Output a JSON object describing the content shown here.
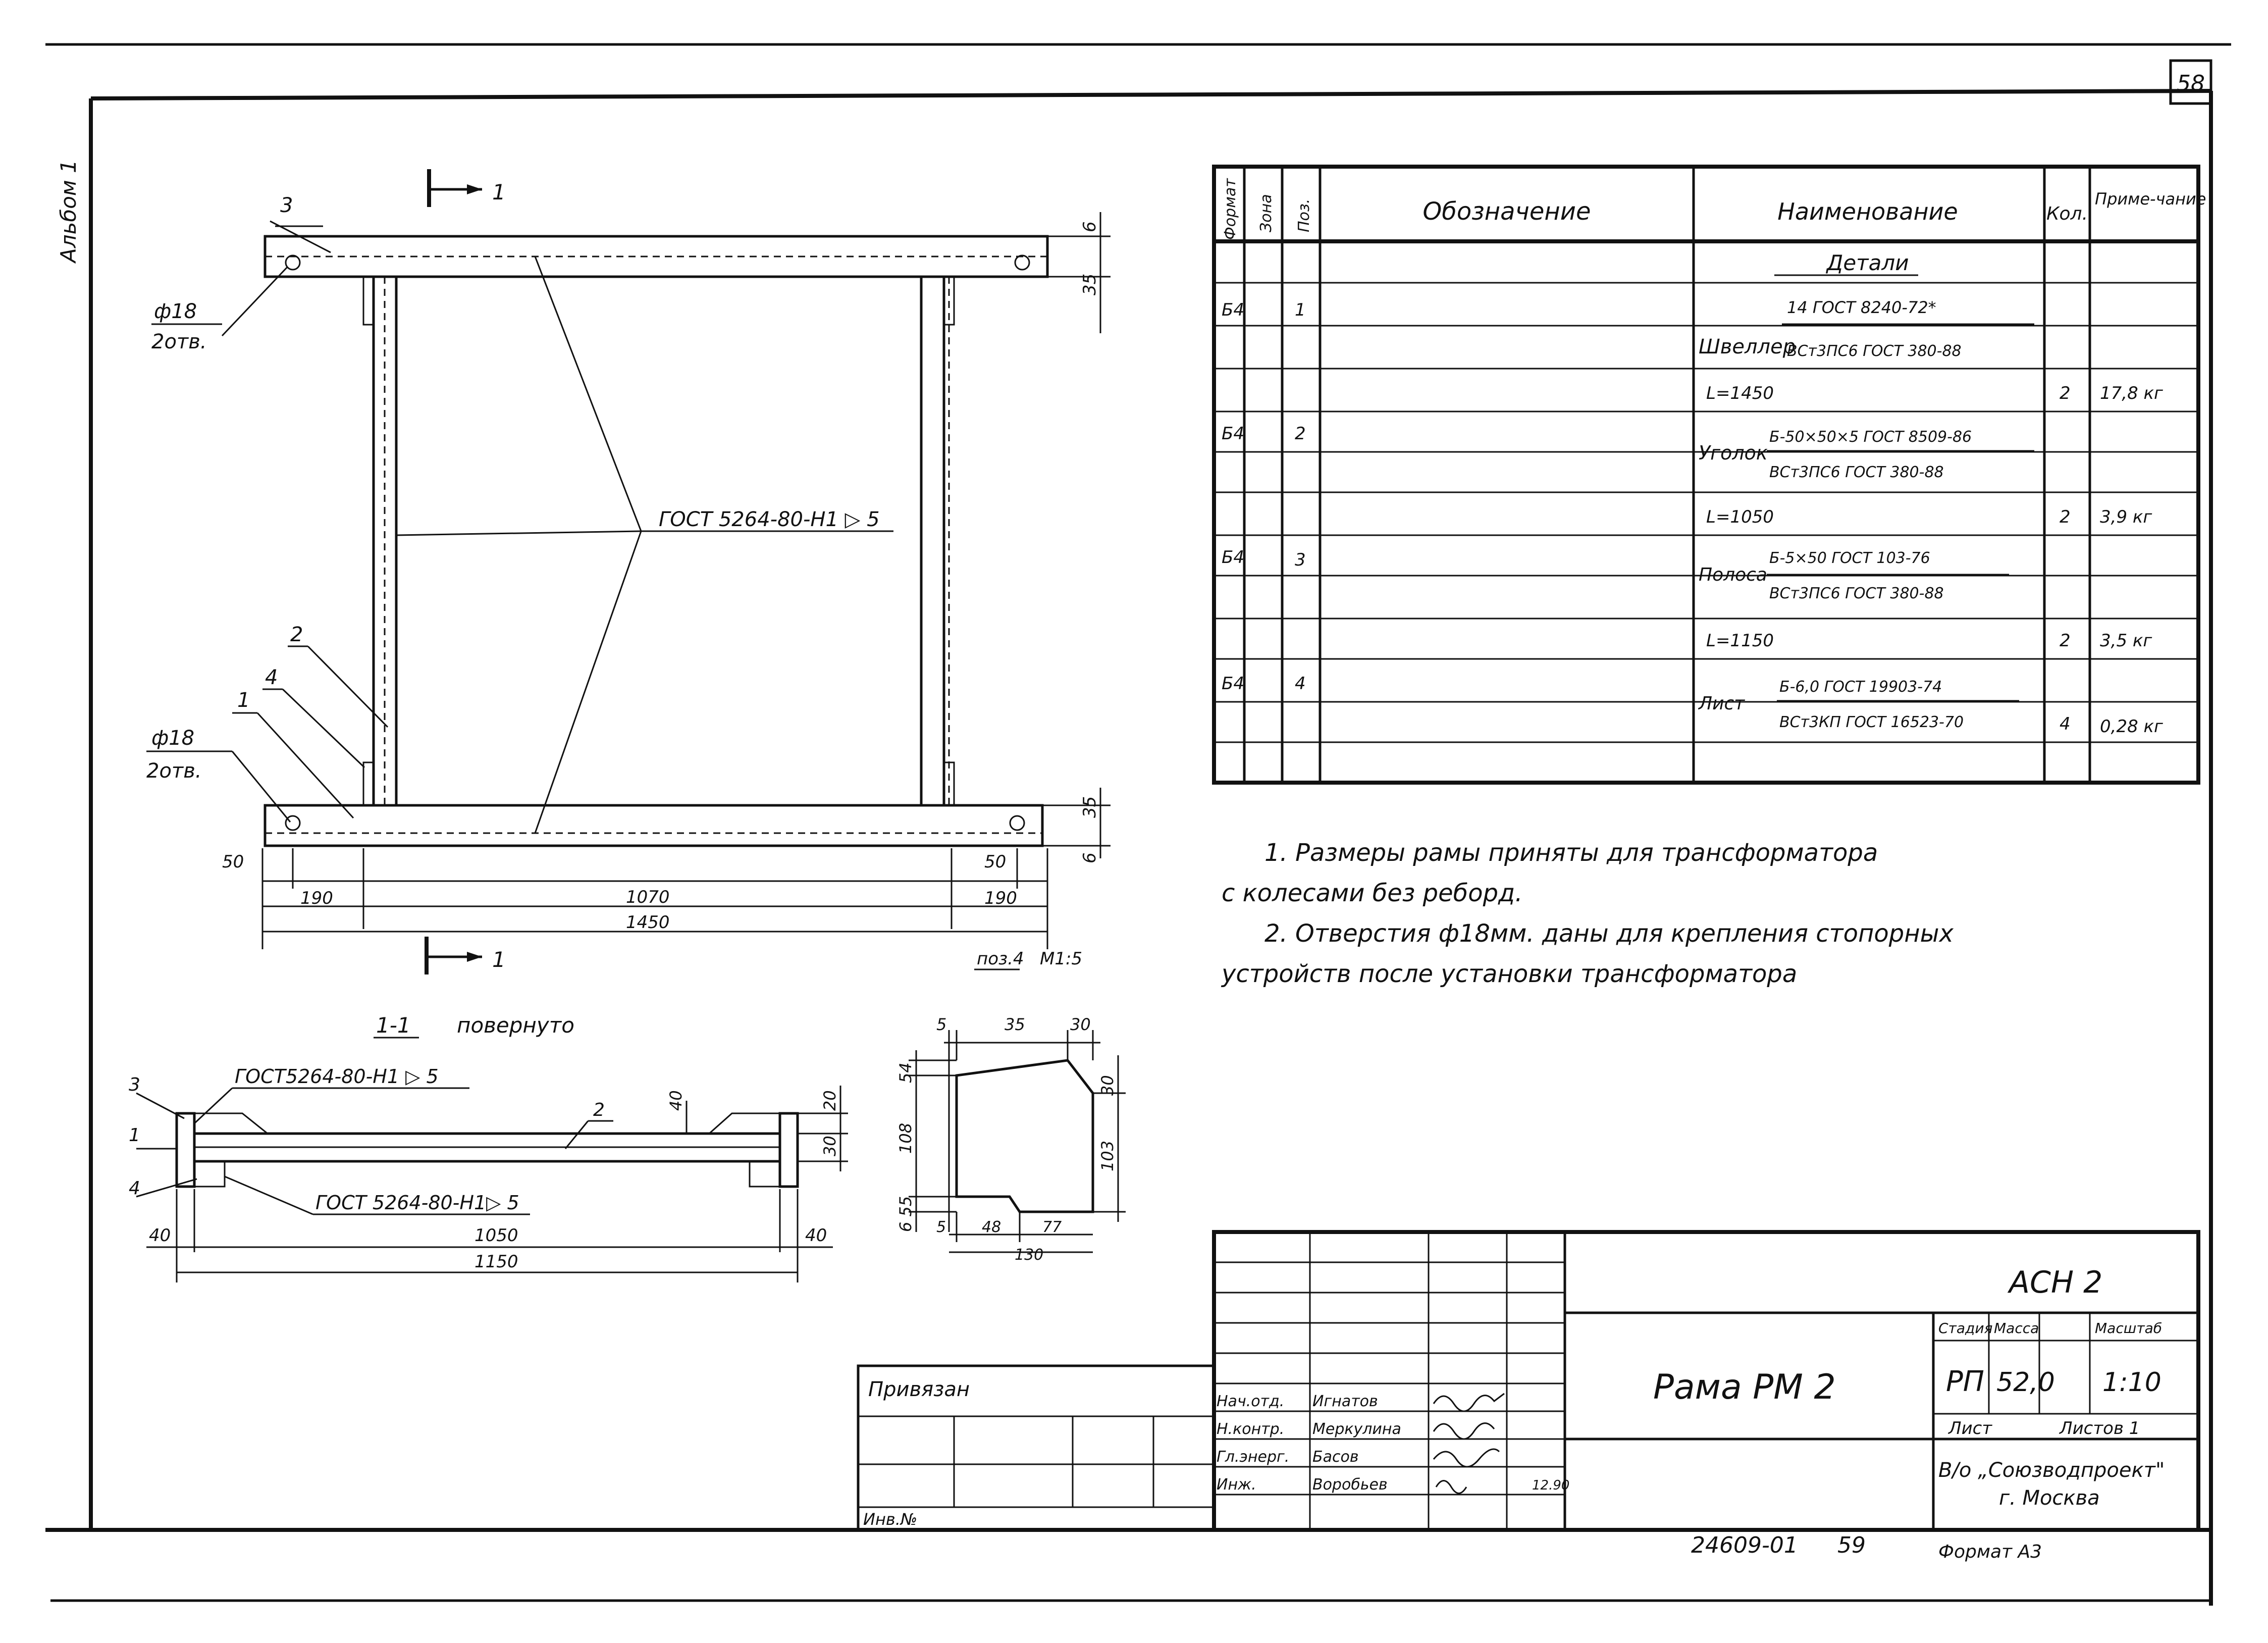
{
  "page": {
    "number": "58",
    "album_label": "Альбом 1"
  },
  "plan_view": {
    "pos3": "3",
    "pos2": "2",
    "pos4": "4",
    "pos1": "1",
    "section_mark": "1",
    "hole_top": "ф18",
    "hole_top_sub": "2отв.",
    "hole_bottom": "ф18",
    "hole_bottom_sub": "2отв.",
    "weld_note": "ГОСТ 5264-80-Н1 ▷ 5",
    "dim_6_top": "6",
    "dim_35_top": "35",
    "dim_35_bottom": "35",
    "dim_6_bottom": "6",
    "dim_50_left": "50",
    "dim_190_left": "190",
    "dim_1070": "1070",
    "dim_50_right": "50",
    "dim_190_right": "190",
    "dim_1450": "1450"
  },
  "section_view": {
    "title": "1-1",
    "title_suffix": "повернуто",
    "weld_top": "ГОСТ5264-80-Н1 ▷ 5",
    "weld_bottom": "ГОСТ 5264-80-Н1▷ 5",
    "pos3": "3",
    "pos1": "1",
    "pos4": "4",
    "pos2": "2",
    "dim_40_left": "40",
    "dim_1050": "1050",
    "dim_40_right": "40",
    "dim_1150": "1150",
    "dim_20": "20",
    "dim_30": "30",
    "dim_40_top": "40"
  },
  "detail_view": {
    "title": "поз.4",
    "scale": "М1:5",
    "dim_5_top": "5",
    "dim_35": "35",
    "dim_30_top": "30",
    "dim_54": "54",
    "dim_108": "108",
    "dim_6_55": "6 55",
    "dim_30_right": "30",
    "dim_103": "103",
    "dim_5_bottom": "5",
    "dim_48": "48",
    "dim_77": "77",
    "dim_130": "130"
  },
  "spec_table": {
    "headers": {
      "format": "Формат",
      "zone": "Зона",
      "pos": "Поз.",
      "designation": "Обозначение",
      "name": "Наименование",
      "qty": "Кол.",
      "note": "Приме-чание"
    },
    "section_title": "Детали",
    "rows": [
      {
        "format": "Б4",
        "pos": "1",
        "name_main": "Швеллер",
        "name_top": "14 ГОСТ 8240-72*",
        "name_bottom": "ВСт3ПС6 ГОСТ 380-88",
        "length": "L=1450",
        "qty": "2",
        "note": "17,8 кг"
      },
      {
        "format": "Б4",
        "pos": "2",
        "name_main": "Уголок",
        "name_top": "Б-50×50×5 ГОСТ 8509-86",
        "name_bottom": "ВСт3ПС6 ГОСТ 380-88",
        "length": "L=1050",
        "qty": "2",
        "note": "3,9 кг"
      },
      {
        "format": "Б4",
        "pos": "3",
        "name_main": "Полоса",
        "name_top": "Б-5×50 ГОСТ 103-76",
        "name_bottom": "ВСт3ПС6 ГОСТ 380-88",
        "length": "L=1150",
        "qty": "2",
        "note": "3,5 кг"
      },
      {
        "format": "Б4",
        "pos": "4",
        "name_main": "Лист",
        "name_top": "Б-6,0 ГОСТ 19903-74",
        "name_bottom": "ВСт3КП ГОСТ 16523-70",
        "length": "",
        "qty": "4",
        "note": "0,28 кг"
      }
    ]
  },
  "notes": {
    "line1": "1. Размеры рамы  приняты для трансформатора",
    "line2": "с колесами  без реборд.",
    "line3": "2. Отверстия  ф18мм. даны для крепления стопорных",
    "line4": "устройств после установки трансформатора"
  },
  "title_block": {
    "project_code": "АСН 2",
    "drawing_title": "Рама РМ 2",
    "stage_label": "Стадия",
    "mass_label": "Масса",
    "scale_label": "Масштаб",
    "stage": "РП",
    "mass": "52,0",
    "scale": "1:10",
    "sheet_label": "Лист",
    "sheets_label": "Листов 1",
    "org_line1": "В/о „Союзводпроект\"",
    "org_line2": "г. Москва",
    "roles": [
      {
        "role": "Нач.отд.",
        "name": "Игнатов",
        "date": ""
      },
      {
        "role": "Н.контр.",
        "name": "Меркулина",
        "date": ""
      },
      {
        "role": "Гл.энерг.",
        "name": "Басов",
        "date": ""
      },
      {
        "role": "Инж.",
        "name": "Воробьев",
        "date": "12.90"
      }
    ],
    "linked_label": "Привязан",
    "inv_label": "Инв.№",
    "doc_number": "24609-01",
    "doc_page": "59",
    "format": "Формат А3"
  }
}
